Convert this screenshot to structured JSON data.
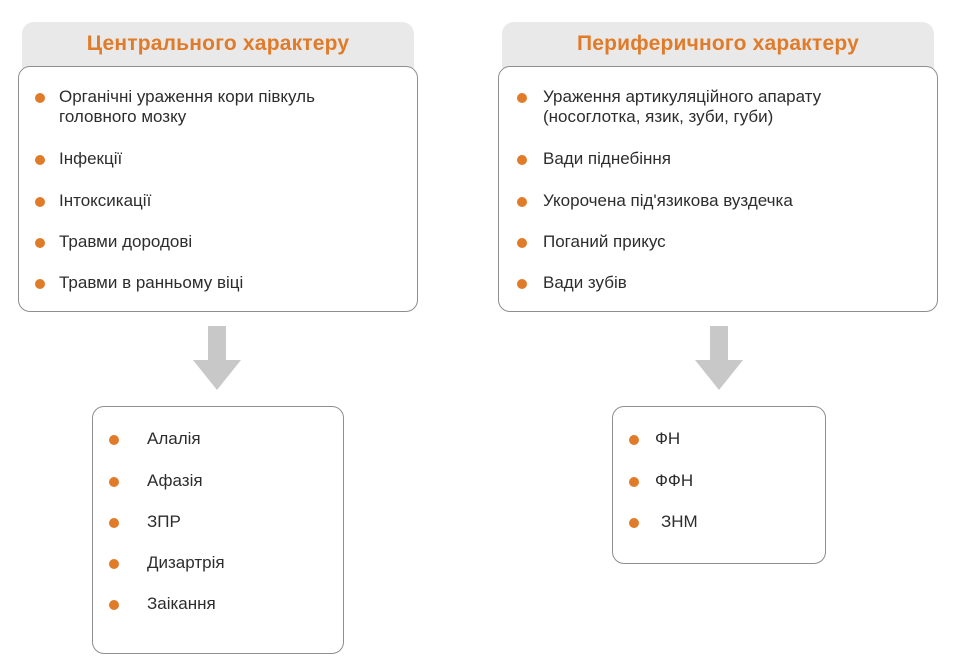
{
  "left": {
    "title": "Центрального характеру",
    "causes": [
      "Органічні ураження кори півкуль головного мозку",
      "Інфекції",
      "Інтоксикації",
      "Травми дородові",
      "Травми в ранньому віці"
    ],
    "outcomes": [
      "Алалія",
      "Афазія",
      "ЗПР",
      "Дизартрія",
      "Заікання"
    ]
  },
  "right": {
    "title": "Периферичного характеру",
    "causes": [
      "Ураження артикуляційного апарату (носоглотка, язик, зуби, губи)",
      "Вади піднебіння",
      "Укорочена під'язикова вуздечка",
      "Поганий прикус",
      "Вади зубів"
    ],
    "outcomes": [
      "ФН",
      "ФФН",
      "ЗНМ"
    ]
  },
  "colors": {
    "accent": "#e07b29",
    "tab_background": "#e9e9e9",
    "arrow": "#c8c8c8",
    "border": "#8e8e8e"
  },
  "icons": {
    "bullet": "orange-dot",
    "arrow": "down-arrow-icon"
  }
}
